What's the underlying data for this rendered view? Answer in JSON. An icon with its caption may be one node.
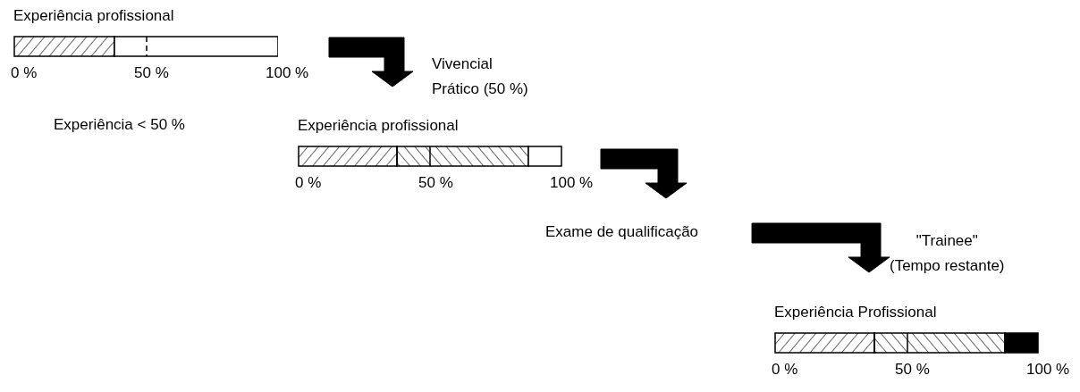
{
  "diagram": {
    "nodes": [
      {
        "text": [
          "Experiência profissional"
        ],
        "beside": [
          "0 %",
          "50 %",
          "100 %"
        ]
      },
      {
        "text": [
          "Experiência profissional"
        ],
        "beside": [
          "0 %",
          "50 %",
          "100 %"
        ]
      },
      {
        "text": [
          "Exame de qualificação"
        ]
      },
      {
        "text": [
          "Experiência Profissional"
        ],
        "beside": [
          "0 %",
          "50 %",
          "100 %"
        ]
      }
    ],
    "edges": [
      {
        "from": 0,
        "to": 1,
        "arrow": "to",
        "label": "Vivencial Prático (50 %)"
      },
      {
        "from": 1,
        "to": 2,
        "arrow": "to"
      },
      {
        "from": 2,
        "to": 3,
        "arrow": "to",
        "label": "\"Trainee\" (Tempo restante)"
      }
    ],
    "labels": [
      "Experiência < 50 %"
    ]
  }
}
